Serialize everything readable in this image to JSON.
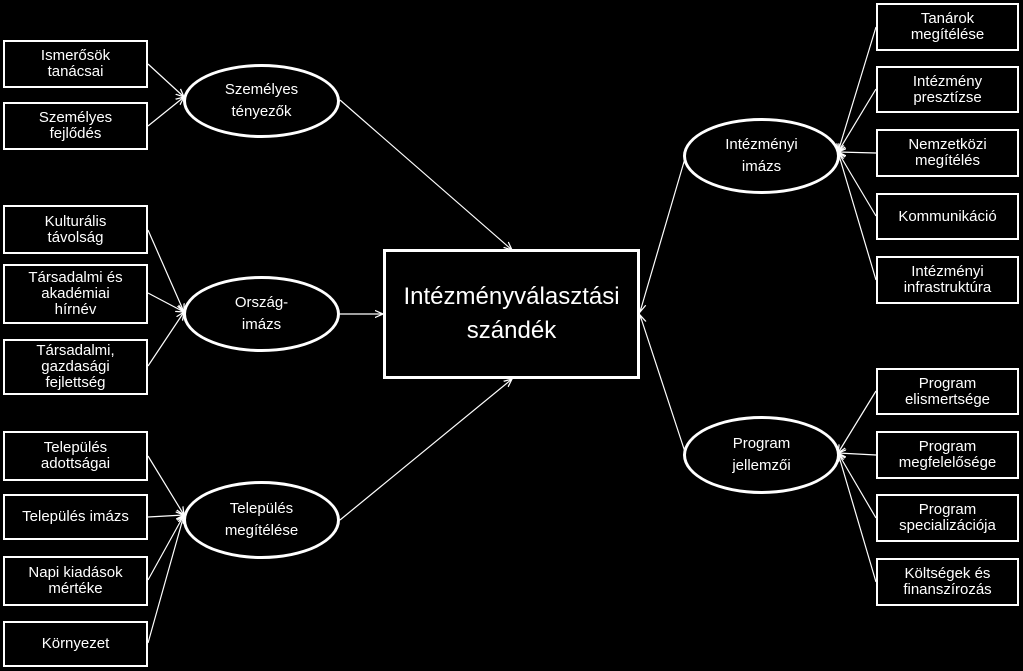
{
  "center": "Intézményválasztási\nszándék",
  "ellipses": {
    "szemelyes": "Személyes\ntényezők",
    "orszag": "Ország-\nimázs",
    "telepules": "Település\nmegítélése",
    "intezmenyi": "Intézményi\nimázs",
    "program": "Program\njellemzői"
  },
  "left_boxes": {
    "ismerosok": "Ismerősök\ntanácsai",
    "fejlodes": "Személyes\nfejlődés",
    "kulturalis": "Kulturális\ntávolság",
    "tarsadalmi_akad": "Társadalmi és\nakadémiai\nhírnév",
    "tarsadalmi_gazd": "Társadalmi,\ngazdasági\nfejlettség",
    "adottsagai": "Település\nadottságai",
    "imazs": "Település imázs",
    "napi": "Napi kiadások\nmértéke",
    "kornyezet": "Környezet"
  },
  "right_boxes": {
    "tanarok": "Tanárok\nmegítélése",
    "presztizs": "Intézmény\npresztízse",
    "nemzetkozi": "Nemzetközi\nmegítélés",
    "kommunikacio": "Kommunikáció",
    "infrastruktura": "Intézményi\ninfrastruktúra",
    "elismertseg": "Program\nelismertsége",
    "megfeleloseg": "Program\nmegfelelősége",
    "specializacio": "Program\nspecializációja",
    "koltsegek": "Költségek és\nfinanszírozás"
  }
}
